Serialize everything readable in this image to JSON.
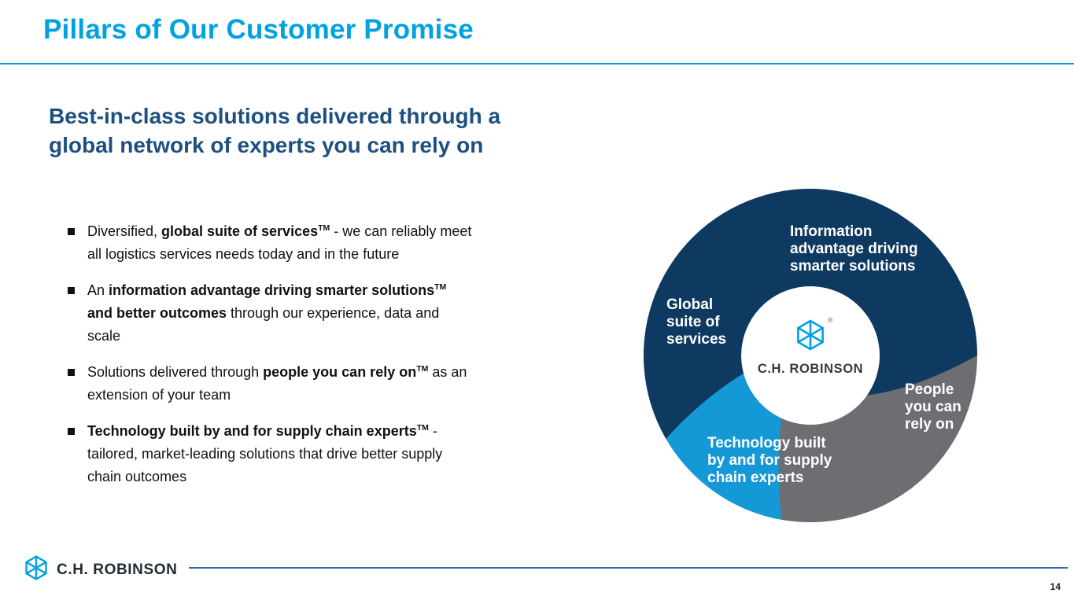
{
  "slide": {
    "title": "Pillars of Our Customer Promise",
    "subtitle": "Best-in-class solutions delivered through a\nglobal network of experts you can rely on",
    "page_number": "14"
  },
  "bullets": [
    {
      "segments": [
        {
          "text": "Diversified, "
        },
        {
          "text": "global suite of services",
          "bold": true
        },
        {
          "text": "TM",
          "bold": true,
          "sup": true
        },
        {
          "text": " - we can reliably meet\nall logistics services needs today and in the future"
        }
      ]
    },
    {
      "segments": [
        {
          "text": "An "
        },
        {
          "text": "information advantage driving smarter solutions",
          "bold": true
        },
        {
          "text": "TM",
          "bold": true,
          "sup": true
        },
        {
          "text": "\n"
        },
        {
          "text": "and better outcomes",
          "bold": true
        },
        {
          "text": " through our experience, data and\nscale"
        }
      ]
    },
    {
      "segments": [
        {
          "text": "Solutions delivered through "
        },
        {
          "text": "people you can rely on",
          "bold": true
        },
        {
          "text": "TM",
          "bold": true,
          "sup": true
        },
        {
          "text": " as an\nextension of your team"
        }
      ]
    },
    {
      "segments": [
        {
          "text": "Technology built by and for supply chain experts",
          "bold": true
        },
        {
          "text": "TM",
          "bold": true,
          "sup": true
        },
        {
          "text": " -\ntailored, market-leading solutions that drive better supply\nchain outcomes"
        }
      ]
    }
  ],
  "diagram": {
    "labels": {
      "top": "Information\nadvantage driving\nsmarter solutions",
      "left": "Global\nsuite of\nservices",
      "right": "People\nyou can\nrely on",
      "bottom": "Technology built\nby and for supply\nchain experts"
    },
    "center_logo_text": "C.H. ROBINSON",
    "center_reg_mark": "®"
  },
  "footer": {
    "logo_text": "C.H. ROBINSON"
  },
  "colors": {
    "accent_cyan": "#00a2df",
    "subtitle_navy": "#1d5080",
    "donut_navy": "#0e3a61",
    "donut_blue": "#1599d6",
    "donut_gray": "#6d6e71",
    "footer_rule_blue": "#2d6ca2",
    "text_black": "#111111"
  }
}
